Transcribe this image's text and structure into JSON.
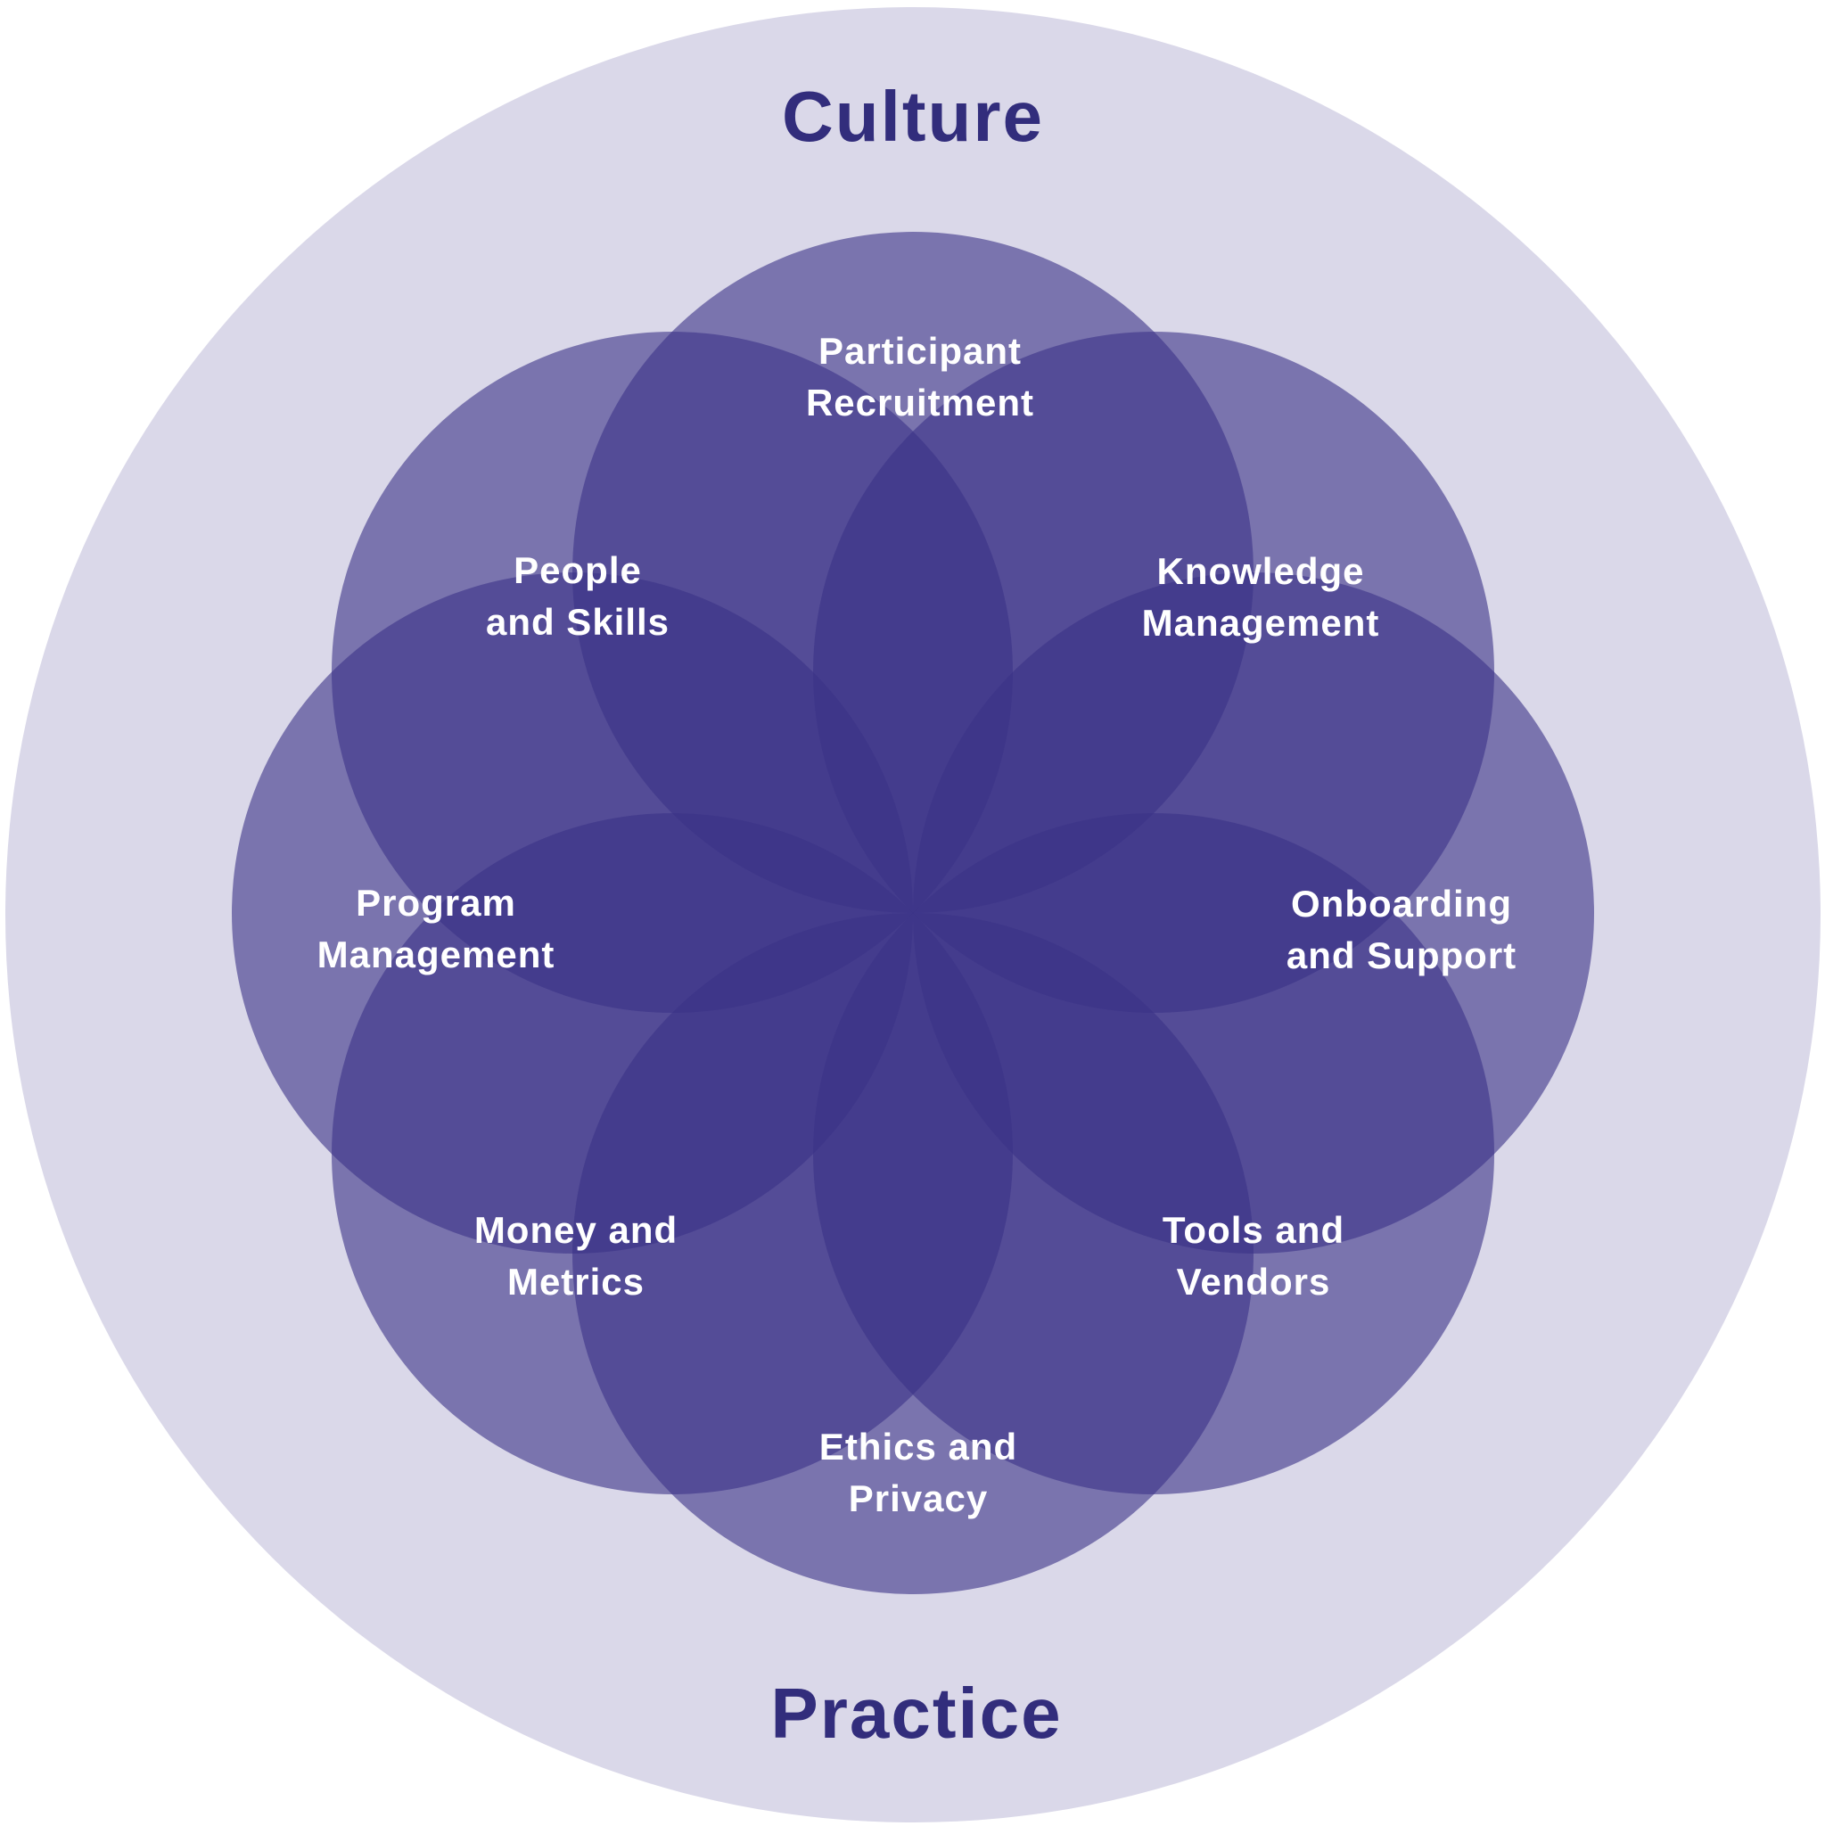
{
  "diagram": {
    "culture_label": "Culture",
    "practice_label": "Practice",
    "petals": [
      {
        "id": "participant-recruitment",
        "label": "Participant\nRecruitment",
        "position": "top"
      },
      {
        "id": "knowledge-management",
        "label": "Knowledge\nManagement",
        "position": "upper-right"
      },
      {
        "id": "onboarding-and-support",
        "label": "Onboarding\nand Support",
        "position": "right"
      },
      {
        "id": "tools-and-vendors",
        "label": "Tools and\nVendors",
        "position": "lower-right"
      },
      {
        "id": "ethics-and-privacy",
        "label": "Ethics and\nPrivacy",
        "position": "bottom"
      },
      {
        "id": "money-and-metrics",
        "label": "Money and\nMetrics",
        "position": "lower-left"
      },
      {
        "id": "program-management",
        "label": "Program\nManagement",
        "position": "left"
      },
      {
        "id": "people-and-skills",
        "label": "People\nand Skills",
        "position": "upper-left"
      }
    ],
    "colors": {
      "page-bg": "#ffffff",
      "outer-circle": "#dad8e9",
      "petal-fill": "#3b3287",
      "title-text": "#322d7c",
      "label-text": "#ffffff"
    }
  }
}
